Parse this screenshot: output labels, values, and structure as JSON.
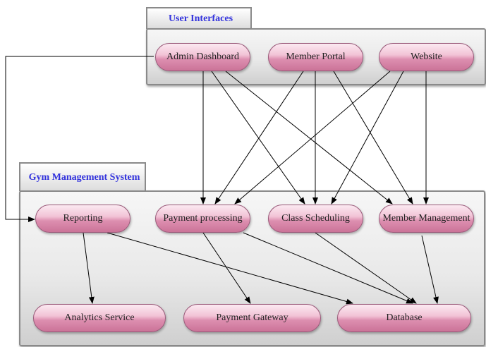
{
  "packages": {
    "ui": {
      "title": "User Interfaces"
    },
    "gym": {
      "title": "Gym Management System"
    }
  },
  "nodes": {
    "admin": "Admin Dashboard",
    "member_portal": "Member Portal",
    "website": "Website",
    "reporting": "Reporting",
    "payment_processing": "Payment processing",
    "class_scheduling": "Class Scheduling",
    "member_management": "Member Management",
    "analytics": "Analytics Service",
    "payment_gateway": "Payment Gateway",
    "database": "Database"
  },
  "edges": [
    [
      "admin",
      "reporting"
    ],
    [
      "admin",
      "payment_processing"
    ],
    [
      "admin",
      "class_scheduling"
    ],
    [
      "admin",
      "member_management"
    ],
    [
      "member_portal",
      "payment_processing"
    ],
    [
      "member_portal",
      "class_scheduling"
    ],
    [
      "member_portal",
      "member_management"
    ],
    [
      "website",
      "payment_processing"
    ],
    [
      "website",
      "class_scheduling"
    ],
    [
      "website",
      "member_management"
    ],
    [
      "reporting",
      "analytics"
    ],
    [
      "reporting",
      "database"
    ],
    [
      "payment_processing",
      "payment_gateway"
    ],
    [
      "payment_processing",
      "database"
    ],
    [
      "class_scheduling",
      "database"
    ],
    [
      "member_management",
      "database"
    ]
  ]
}
